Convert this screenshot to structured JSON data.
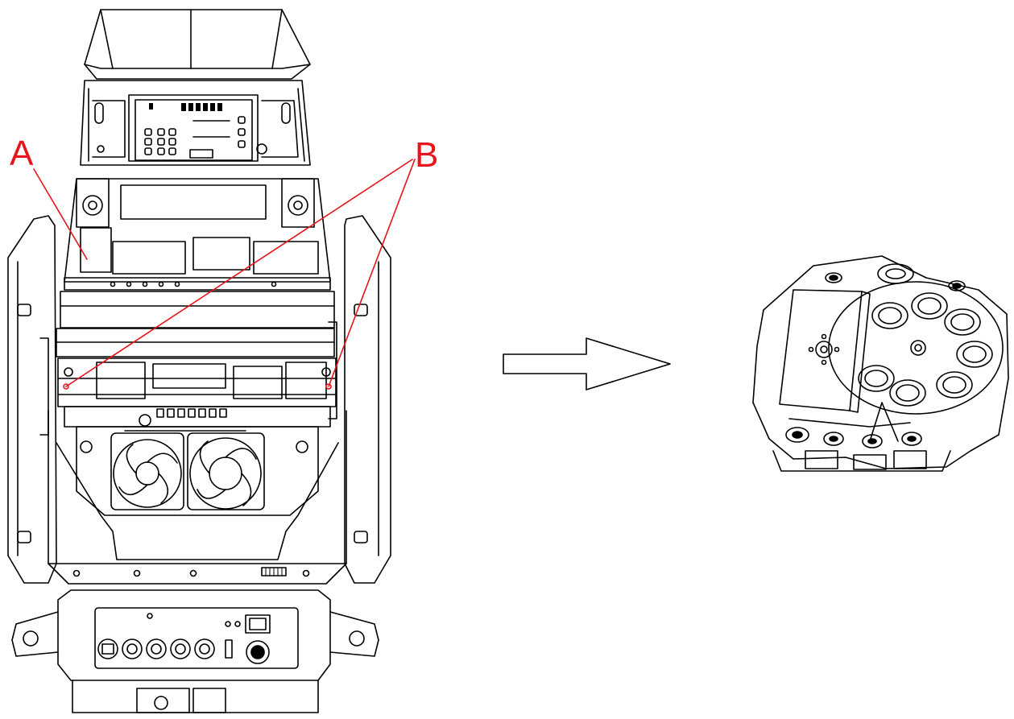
{
  "callouts": {
    "a": {
      "text": "A"
    },
    "b": {
      "text": "B"
    }
  },
  "colors": {
    "line": "#000000",
    "callout": "#e8141c",
    "background": "#ffffff"
  },
  "icons": {
    "fixture": "moving-head-fixture-drawing",
    "arrow": "right-arrow-outline",
    "module": "gobo-wheel-module-drawing"
  }
}
